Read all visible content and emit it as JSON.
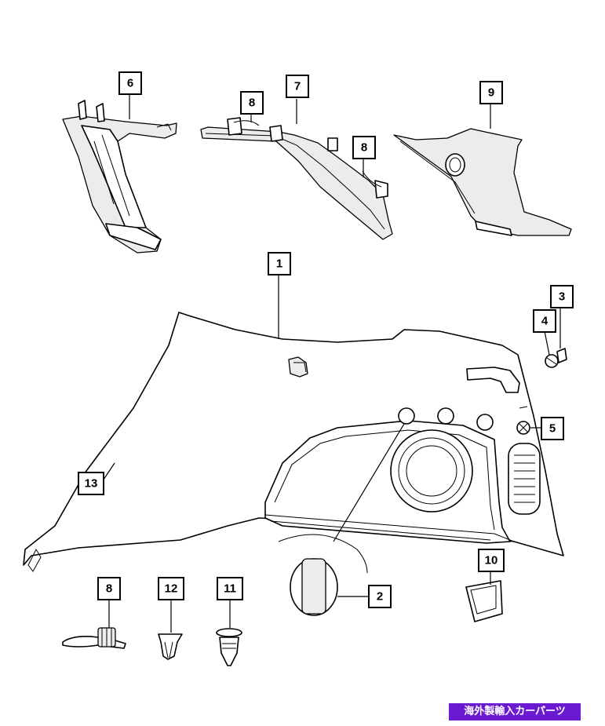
{
  "callouts": {
    "c1": "1",
    "c2": "2",
    "c3": "3",
    "c4": "4",
    "c5": "5",
    "c6": "6",
    "c7": "7",
    "c8a": "8",
    "c8b": "8",
    "c8c": "8",
    "c9": "9",
    "c10": "10",
    "c11": "11",
    "c12": "12",
    "c13": "13"
  },
  "watermark": "海外製輸入カーパーツ"
}
